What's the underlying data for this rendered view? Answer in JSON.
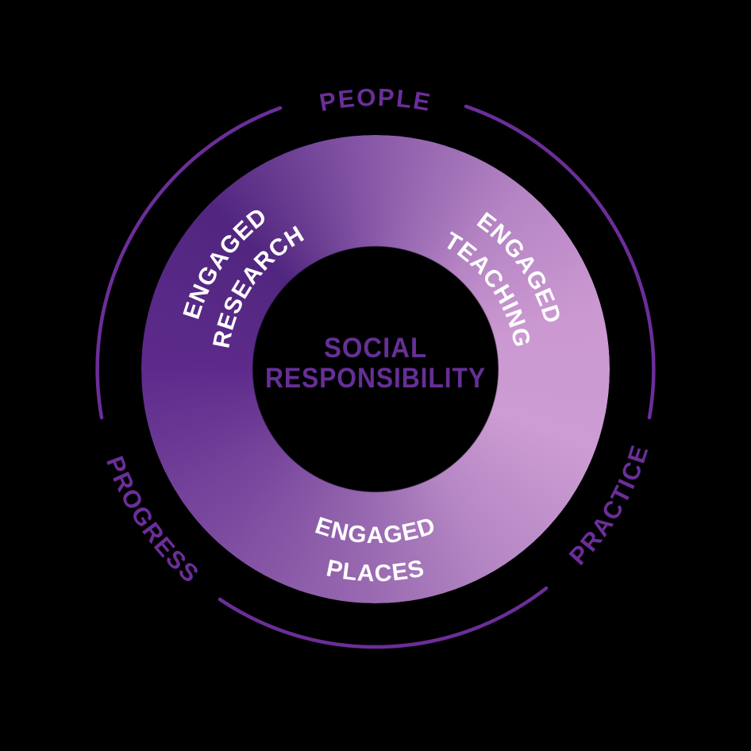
{
  "diagram": {
    "center": {
      "line1": "SOCIAL",
      "line2": "RESPONSIBILITY"
    },
    "segments": [
      {
        "id": "engaged-research",
        "line1": "ENGAGED",
        "line2": "RESEARCH"
      },
      {
        "id": "engaged-teaching",
        "line1": "ENGAGED",
        "line2": "TEACHING"
      },
      {
        "id": "engaged-places",
        "line1": "ENGAGED",
        "line2": "PLACES"
      }
    ],
    "outer": {
      "top": "PEOPLE",
      "bottom_right": "PRACTICE",
      "bottom_left": "PROGRESS"
    },
    "colors": {
      "background": "#000000",
      "outer_text": "#6b2e99",
      "outer_arc": "#6b2e99",
      "center_text": "#662f96",
      "segment_text": "#ffffff",
      "ring_darkest": "#51267f",
      "ring_lightest": "#cd9cd4",
      "ring_bottom_mid": "#9a6bb1"
    }
  }
}
